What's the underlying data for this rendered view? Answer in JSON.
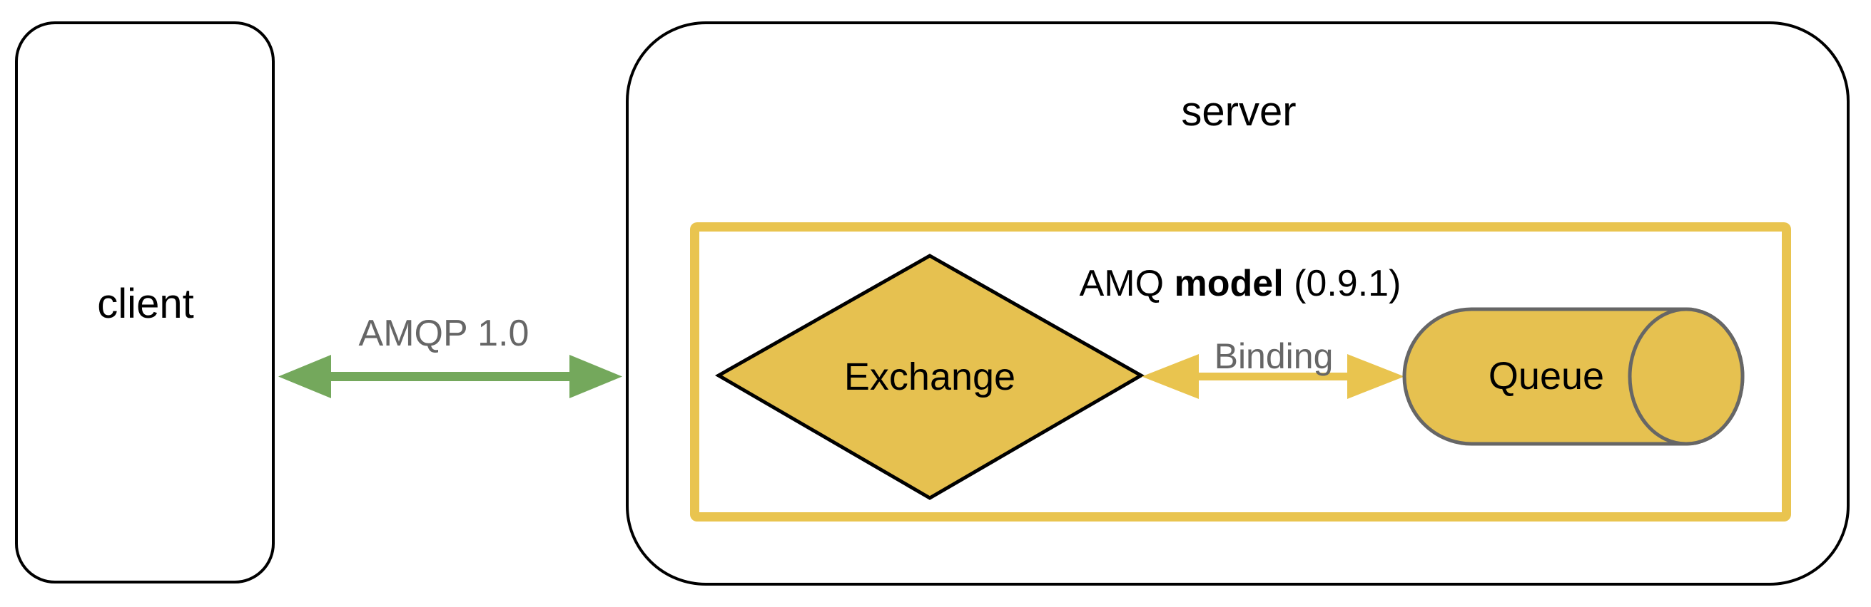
{
  "diagram": {
    "client": {
      "label": "client"
    },
    "server": {
      "label": "server"
    },
    "amq_model": {
      "title_prefix": "AMQ ",
      "title_bold": "model",
      "title_suffix": " (0.9.1)"
    },
    "exchange": {
      "label": "Exchange"
    },
    "queue": {
      "label": "Queue"
    },
    "amqp_link": {
      "label": "AMQP 1.0"
    },
    "binding_link": {
      "label": "Binding"
    }
  },
  "colors": {
    "box_border_black": "#000000",
    "model_box_border_yellow": "#E9C44F",
    "shape_fill_yellow": "#E6C150",
    "shape_border_black": "#000000",
    "cylinder_border_gray": "#666666",
    "arrow_green": "#74A85C",
    "arrow_yellow": "#E9C44F",
    "link_text_gray": "#666666"
  }
}
